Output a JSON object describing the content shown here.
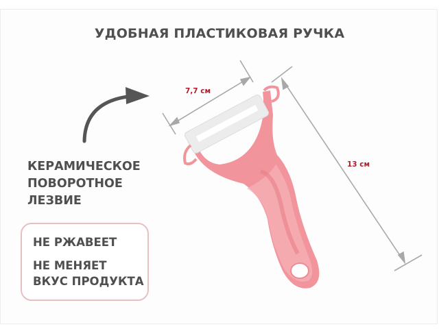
{
  "title": "УДОБНАЯ ПЛАСТИКОВАЯ РУЧКА",
  "feature": {
    "lines": [
      "КЕРАМИЧЕСКОЕ",
      "ПОВОРОТНОЕ",
      "ЛЕЗВИЕ"
    ],
    "icon": "curved-arrow-icon"
  },
  "badges": {
    "line1": "НЕ РЖАВЕЕТ",
    "line2": "НЕ МЕНЯЕТ",
    "line3": "ВКУС ПРОДУКТА"
  },
  "dimensions": {
    "blade_width": "7,7 см",
    "total_length": "13 см"
  },
  "colors": {
    "text": "#4f4f4f",
    "dimension_text": "#b31c2c",
    "handle": "#f2949c",
    "blade": "#eeeeee",
    "badge_border": "#e7bfc3",
    "dimension_line": "#a8a8a8"
  }
}
